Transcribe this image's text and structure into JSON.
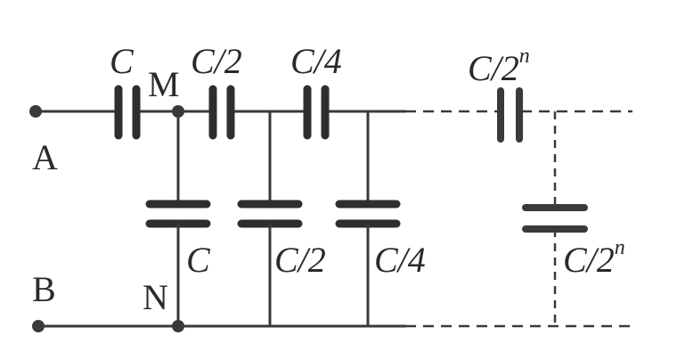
{
  "terminals": {
    "a": "A",
    "b": "B"
  },
  "nodes": {
    "m": "M",
    "n": "N"
  },
  "series_capacitors": [
    {
      "label": "C"
    },
    {
      "label": "C/2"
    },
    {
      "label": "C/4"
    },
    {
      "base": "C/2",
      "exp": "n"
    }
  ],
  "shunt_capacitors": [
    {
      "label": "C"
    },
    {
      "label": "C/2"
    },
    {
      "label": "C/4"
    },
    {
      "base": "C/2",
      "exp": "n"
    }
  ]
}
